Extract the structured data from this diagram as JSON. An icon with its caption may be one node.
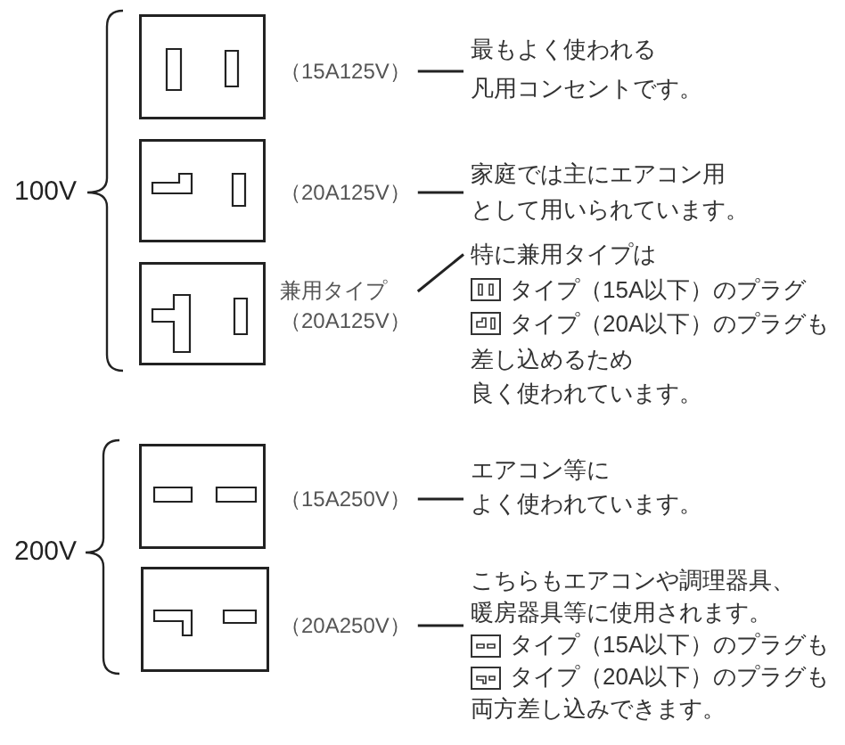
{
  "diagram": {
    "nodes": [
      {
        "text": [],
        "shape": "picture"
      },
      {
        "text": [
          "（15A125V）"
        ]
      },
      {
        "text": [
          "最もよく使われる",
          "凡用コンセントです。"
        ]
      },
      {
        "text": [],
        "shape": "picture"
      },
      {
        "text": [
          "（20A125V）"
        ]
      },
      {
        "text": [
          "家庭では主にエアコン用",
          "として用いられています。"
        ]
      },
      {
        "text": [],
        "shape": "picture"
      },
      {
        "text": [
          "兼用タイプ",
          "（20A125V）"
        ]
      },
      {
        "text": [
          "特に兼用タイプは",
          "タイプ（15A以下）のプラグ",
          "タイプ（20A以下）のプラグも",
          "差し込めるため",
          "良く使われています。"
        ]
      },
      {
        "text": [],
        "shape": "picture"
      },
      {
        "text": [
          "（15A250V）"
        ]
      },
      {
        "text": [
          "エアコン等に",
          "よく使われています。"
        ]
      },
      {
        "text": [],
        "shape": "picture"
      },
      {
        "text": [
          "（20A250V）"
        ]
      },
      {
        "text": [
          "こちらもエアコンや調理器具、",
          "暖房器具等に使用されます。",
          "タイプ（15A以下）のプラグも",
          "タイプ（20A以下）のプラグも",
          "両方差し込みできます。"
        ]
      }
    ],
    "edges": [
      {
        "from": 1,
        "to": 2,
        "arrow": "none"
      },
      {
        "from": 4,
        "to": 5,
        "arrow": "none"
      },
      {
        "from": 7,
        "to": 8,
        "arrow": "none"
      },
      {
        "from": 10,
        "to": 11,
        "arrow": "none"
      },
      {
        "from": 13,
        "to": 14,
        "arrow": "none"
      }
    ],
    "labels": [
      "100V",
      "200V"
    ]
  }
}
